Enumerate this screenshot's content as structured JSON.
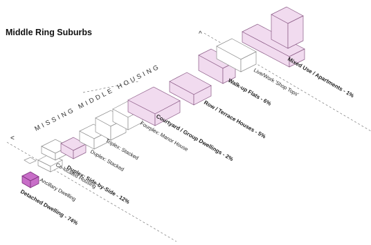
{
  "title": "Middle Ring Suburbs",
  "banner": "MISSING MIDDLE HOUSING",
  "markers": {
    "left": "<",
    "right": "^"
  },
  "labels": {
    "detached": "Detached Dwelling - 74%",
    "ancillary": "Ancillary Dwelling",
    "colocated": "Co-located Housing",
    "duplex_side": "Duplex: Side-by-Side - 12%",
    "duplex_stacked": "Duplex: Stacked",
    "triplex": "Triplex: Stacked",
    "fourplex": "Fourplex: Manor House",
    "courtyard": "Courtyard / Group Dwellings - 2%",
    "row_terrace": "Row / Terrace Houses - 5%",
    "walkup": "Walk-up Flats - 6%",
    "livework": "Live/Work 'Shop Tops'",
    "mixed_use": "Mixed Use / Apartments - 1%"
  },
  "colors": {
    "highlight": "#c86ec8",
    "pink_fill": "#f1dbef",
    "outline": "#8c8c8c"
  }
}
